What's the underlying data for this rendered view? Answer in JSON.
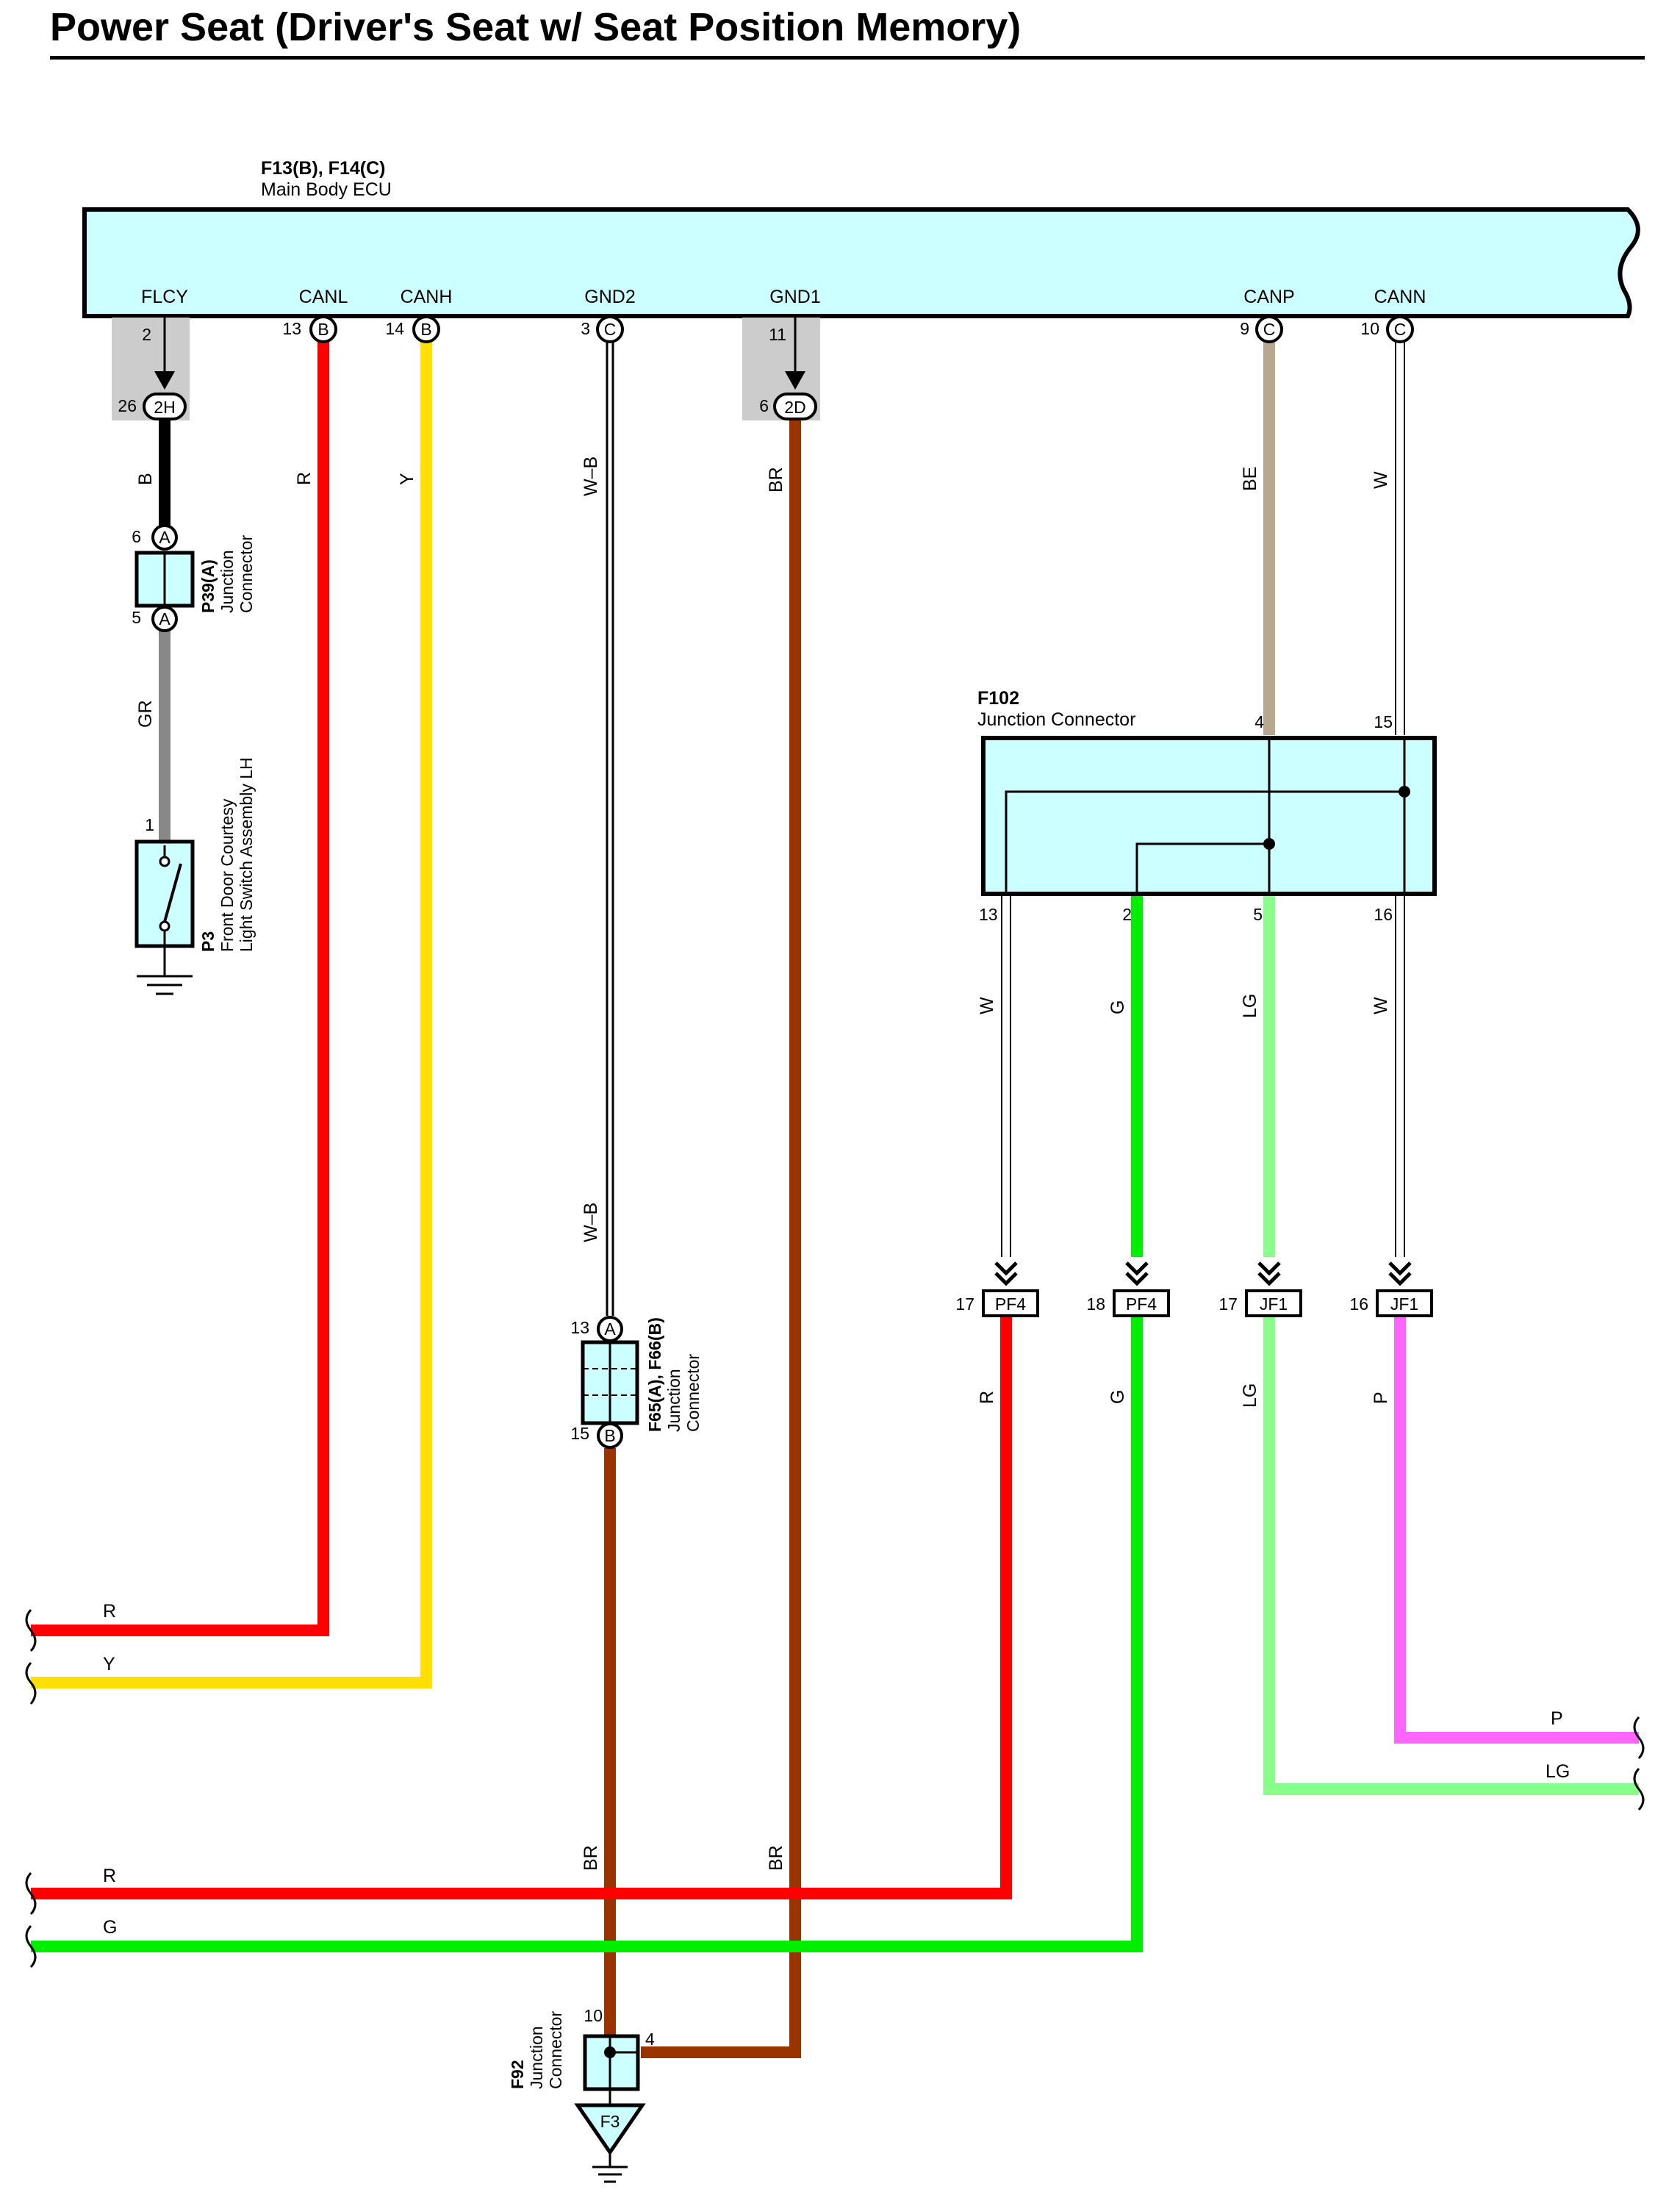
{
  "title": "Power Seat (Driver's Seat w/ Seat Position Memory)",
  "ecu": {
    "ref": "F13(B), F14(C)",
    "name": "Main Body ECU",
    "terminals": [
      {
        "name": "FLCY",
        "pin": "2",
        "conn": ""
      },
      {
        "name": "CANL",
        "pin": "13",
        "conn": "B"
      },
      {
        "name": "CANH",
        "pin": "14",
        "conn": "B"
      },
      {
        "name": "GND2",
        "pin": "3",
        "conn": "C"
      },
      {
        "name": "GND1",
        "pin": "11",
        "conn": ""
      },
      {
        "name": "CANP",
        "pin": "9",
        "conn": "C"
      },
      {
        "name": "CANN",
        "pin": "10",
        "conn": "C"
      }
    ]
  },
  "inline_connectors": [
    {
      "pin": "26",
      "code": "2H"
    },
    {
      "pin": "6",
      "code": "2D"
    }
  ],
  "p39": {
    "ref": "P39(A)",
    "line1": "Junction",
    "line2": "Connector",
    "pin_top": "6",
    "pin_bottom": "5",
    "conn": "A"
  },
  "p3": {
    "ref": "P3",
    "line1": "Front Door Courtesy",
    "line2": "Light Switch Assembly LH",
    "pin": "1"
  },
  "f102": {
    "ref": "F102",
    "name": "Junction Connector",
    "pins_top": [
      "4",
      "15"
    ],
    "pins_bottom": [
      "13",
      "2",
      "5",
      "16"
    ]
  },
  "f65": {
    "ref": "F65(A), F66(B)",
    "line1": "Junction",
    "line2": "Connector",
    "pin_top": "13",
    "conn_top": "A",
    "pin_bottom": "15",
    "conn_bottom": "B"
  },
  "f92": {
    "ref": "F92",
    "line1": "Junction",
    "line2": "Connector",
    "pin_top": "10",
    "pin_right": "4",
    "ground": "F3"
  },
  "splices": [
    {
      "pin": "17",
      "code": "PF4"
    },
    {
      "pin": "18",
      "code": "PF4"
    },
    {
      "pin": "17",
      "code": "JF1"
    },
    {
      "pin": "16",
      "code": "JF1"
    }
  ],
  "wire_labels": {
    "flcy_upper": "B",
    "flcy_lower": "GR",
    "canl": "R",
    "canh": "Y",
    "gnd2_upper": "W–B",
    "gnd2_lower": "W–B",
    "gnd2_bottom": "BR",
    "gnd1": "BR",
    "gnd1_bottom": "BR",
    "canp": "BE",
    "cann": "W",
    "f102_13": "W",
    "f102_2": "G",
    "f102_5": "LG",
    "f102_16": "W",
    "pf4_17": "R",
    "pf4_18": "G",
    "jf1_17": "LG",
    "jf1_16": "P",
    "exit_r1": "R",
    "exit_y": "Y",
    "exit_r2": "R",
    "exit_g": "G",
    "exit_p": "P",
    "exit_lg": "LG"
  },
  "colors": {
    "ecu_fill": "#ccffff",
    "R": "#ff0000",
    "Y": "#ffe000",
    "B": "#000000",
    "GR": "#888888",
    "BR": "#993300",
    "BE": "#b8a890",
    "G": "#00ee00",
    "LG": "#88ff88",
    "P": "#ff66ff"
  }
}
